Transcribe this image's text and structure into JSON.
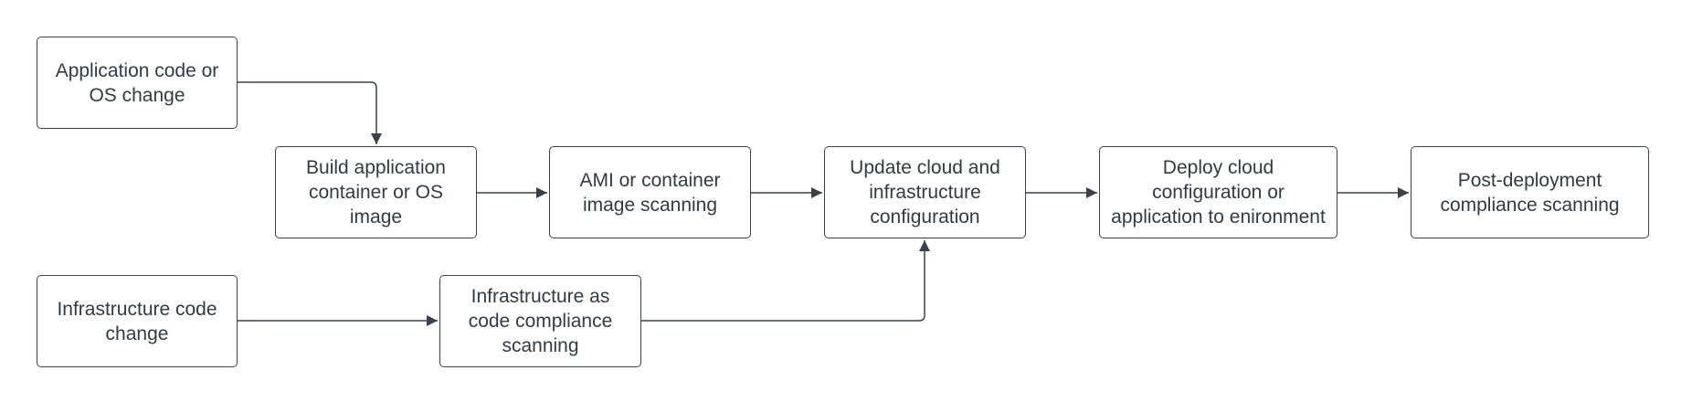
{
  "diagram": {
    "nodes": [
      {
        "id": "n1",
        "label": "Application code or\nOS change"
      },
      {
        "id": "n2",
        "label": "Build application\ncontainer or OS\nimage"
      },
      {
        "id": "n3",
        "label": "AMI or container\nimage scanning"
      },
      {
        "id": "n4",
        "label": "Update cloud and\ninfrastructure\nconfiguration"
      },
      {
        "id": "n5",
        "label": "Deploy cloud\nconfiguration or\napplication to enironment"
      },
      {
        "id": "n6",
        "label": "Post-deployment\ncompliance scanning"
      },
      {
        "id": "n7",
        "label": "Infrastructure code\nchange"
      },
      {
        "id": "n8",
        "label": "Infrastructure as\ncode compliance\nscanning"
      }
    ],
    "edges": [
      {
        "from": "n1",
        "to": "n2"
      },
      {
        "from": "n2",
        "to": "n3"
      },
      {
        "from": "n3",
        "to": "n4"
      },
      {
        "from": "n4",
        "to": "n5"
      },
      {
        "from": "n5",
        "to": "n6"
      },
      {
        "from": "n7",
        "to": "n8"
      },
      {
        "from": "n8",
        "to": "n4"
      }
    ],
    "colors": {
      "line": "#3a414a",
      "text": "#333a44",
      "background": "#ffffff"
    }
  }
}
